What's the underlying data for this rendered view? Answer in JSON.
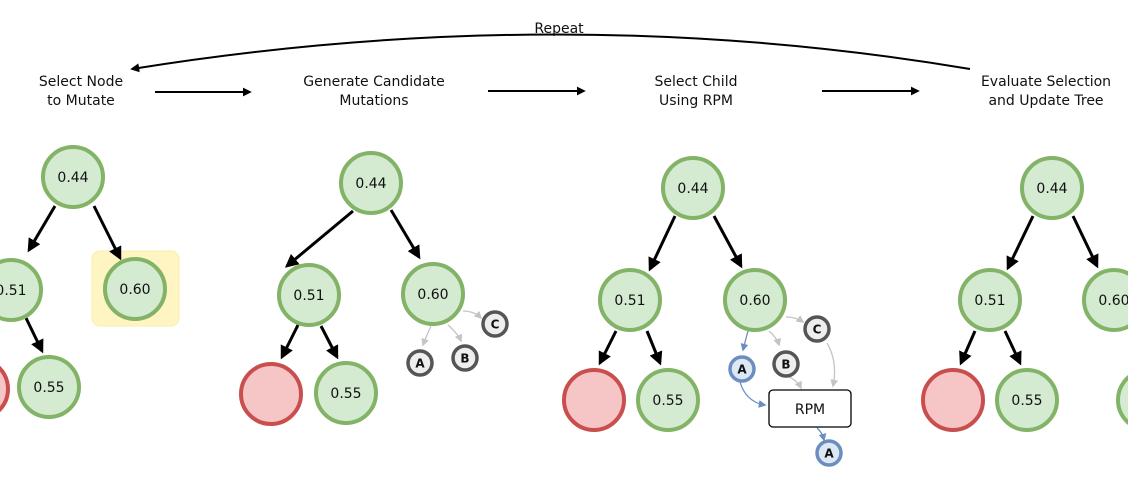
{
  "repeat_label": "Repeat",
  "steps": [
    {
      "line1": "Select Node",
      "line2": "to Mutate"
    },
    {
      "line1": "Generate Candidate",
      "line2": "Mutations"
    },
    {
      "line1": "Select Child",
      "line2": "Using RPM"
    },
    {
      "line1": "Evaluate Selection",
      "line2": "and Update Tree"
    }
  ],
  "nodes": {
    "root": "0.44",
    "left": "0.51",
    "right": "0.60",
    "leaf": "0.55"
  },
  "candidates": {
    "a": "A",
    "b": "B",
    "c": "C"
  },
  "rpm_label": "RPM",
  "colors": {
    "good_fill": "#d4ead1",
    "good_stroke": "#82b366",
    "bad_fill": "#f6c6c6",
    "bad_stroke": "#c94f4f",
    "highlight": "#fff5c2",
    "candidate_stroke": "#555555",
    "selected_fill": "#dce8f5",
    "selected_stroke": "#6c8ebf"
  }
}
